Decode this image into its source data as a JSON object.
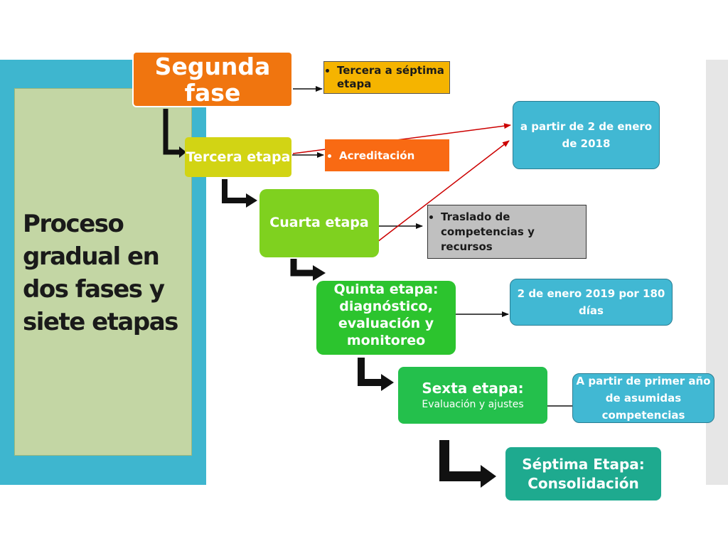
{
  "title": "Proceso gradual en dos fases y siete etapas",
  "stages": {
    "segunda_fase": "Segunda fase",
    "tercera_etapa": "Tercera etapa",
    "cuarta_etapa": "Cuarta etapa",
    "quinta_etapa": "Quinta etapa: diagnóstico, evaluación y monitoreo",
    "sexta_etapa": "Sexta etapa:",
    "sexta_etapa_sub": "Evaluación y ajustes",
    "septima_etapa": "Séptima Etapa: Consolidación"
  },
  "notes": {
    "tercera_a_septima": "Tercera a séptima etapa",
    "acreditacion": "Acreditación",
    "traslado": "Traslado de competencias y recursos"
  },
  "callouts": {
    "enero_2018": "a partir de 2 de enero de 2018",
    "enero_2019": "2 de enero 2019 por 180 días",
    "primer_anio": "A partir de primer año de asumidas competencias"
  },
  "colors": {
    "segunda_fase": "#f0750f",
    "tercera_etapa": "#d2d414",
    "cuarta_etapa": "#7fd11f",
    "quinta_etapa": "#2cc42e",
    "sexta_etapa": "#24c04c",
    "septima_etapa": "#1eaa8f",
    "callout": "#41b8d3",
    "left_band": "#3eb6cf",
    "left_card": "#c3d6a4",
    "red_arrow": "#cc0000"
  }
}
